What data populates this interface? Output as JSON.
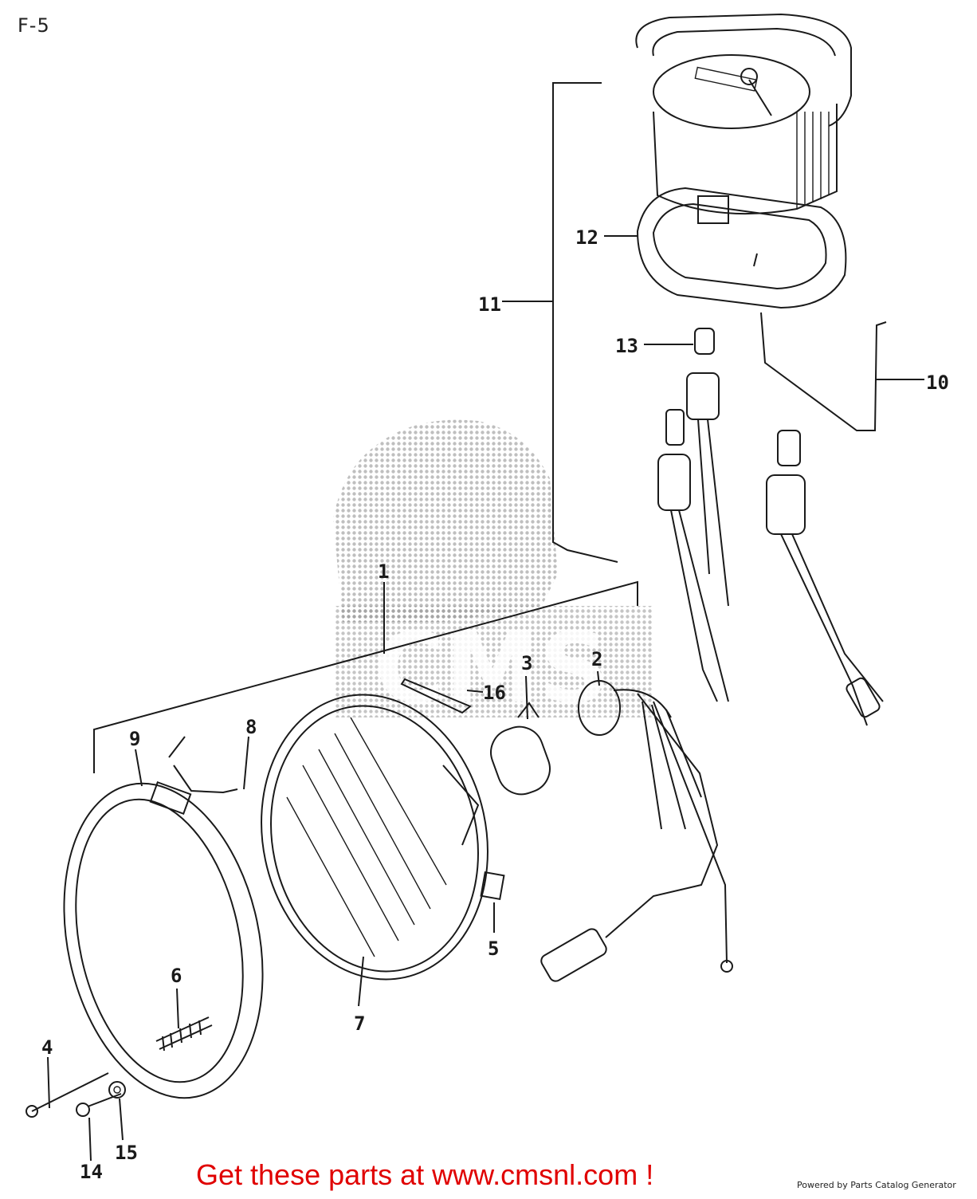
{
  "page_id": "F-5",
  "footer": {
    "promo": "Get these parts at www.cmsnl.com !",
    "powered_by": "Powered by Parts Catalog Generator"
  },
  "watermark": {
    "text": "CMS"
  },
  "callouts": [
    "1",
    "2",
    "3",
    "4",
    "5",
    "6",
    "7",
    "8",
    "9",
    "10",
    "11",
    "12",
    "13",
    "14",
    "15",
    "16"
  ],
  "colors": {
    "line_art": "#1a1a1a",
    "promo": "#e00000",
    "background": "#ffffff"
  }
}
